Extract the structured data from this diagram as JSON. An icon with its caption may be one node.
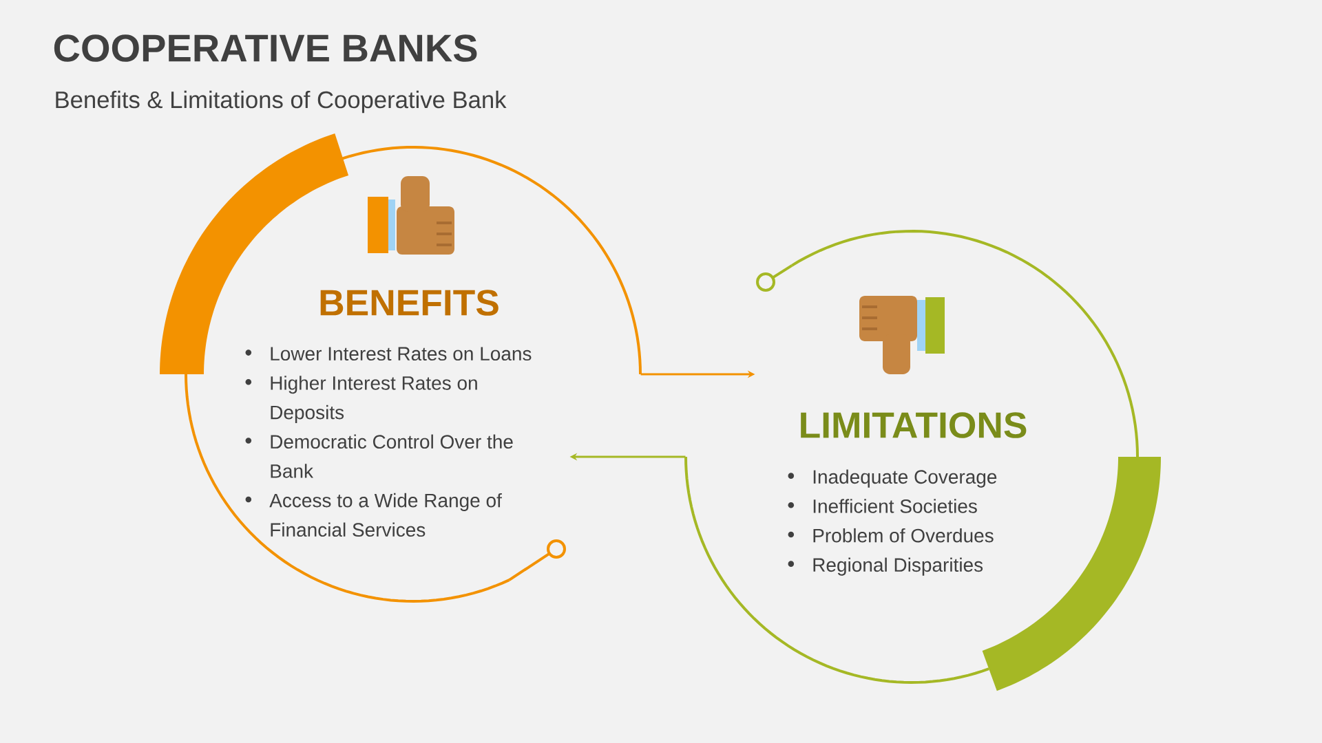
{
  "diagram": {
    "title": "COOPERATIVE BANKS",
    "caption": "Benefits & Limitations of Cooperative Bank",
    "nodes": [
      {
        "text": [
          "BENEFITS",
          "Lower Interest Rates on Loans",
          "Higher Interest Rates on Deposits",
          "Democratic Control Over the Bank",
          "Access to a Wide Range of Financial Services"
        ]
      },
      {
        "text": [
          "LIMITATIONS",
          "Inadequate Coverage",
          "Inefficient Societies",
          "Problem of Overdues",
          "Regional Disparities"
        ]
      }
    ],
    "edges": [
      {
        "from": 0,
        "to": 1,
        "arrow": "to",
        "color": "#f39200"
      },
      {
        "from": 1,
        "to": 0,
        "arrow": "to",
        "color": "#a5b825"
      }
    ]
  }
}
